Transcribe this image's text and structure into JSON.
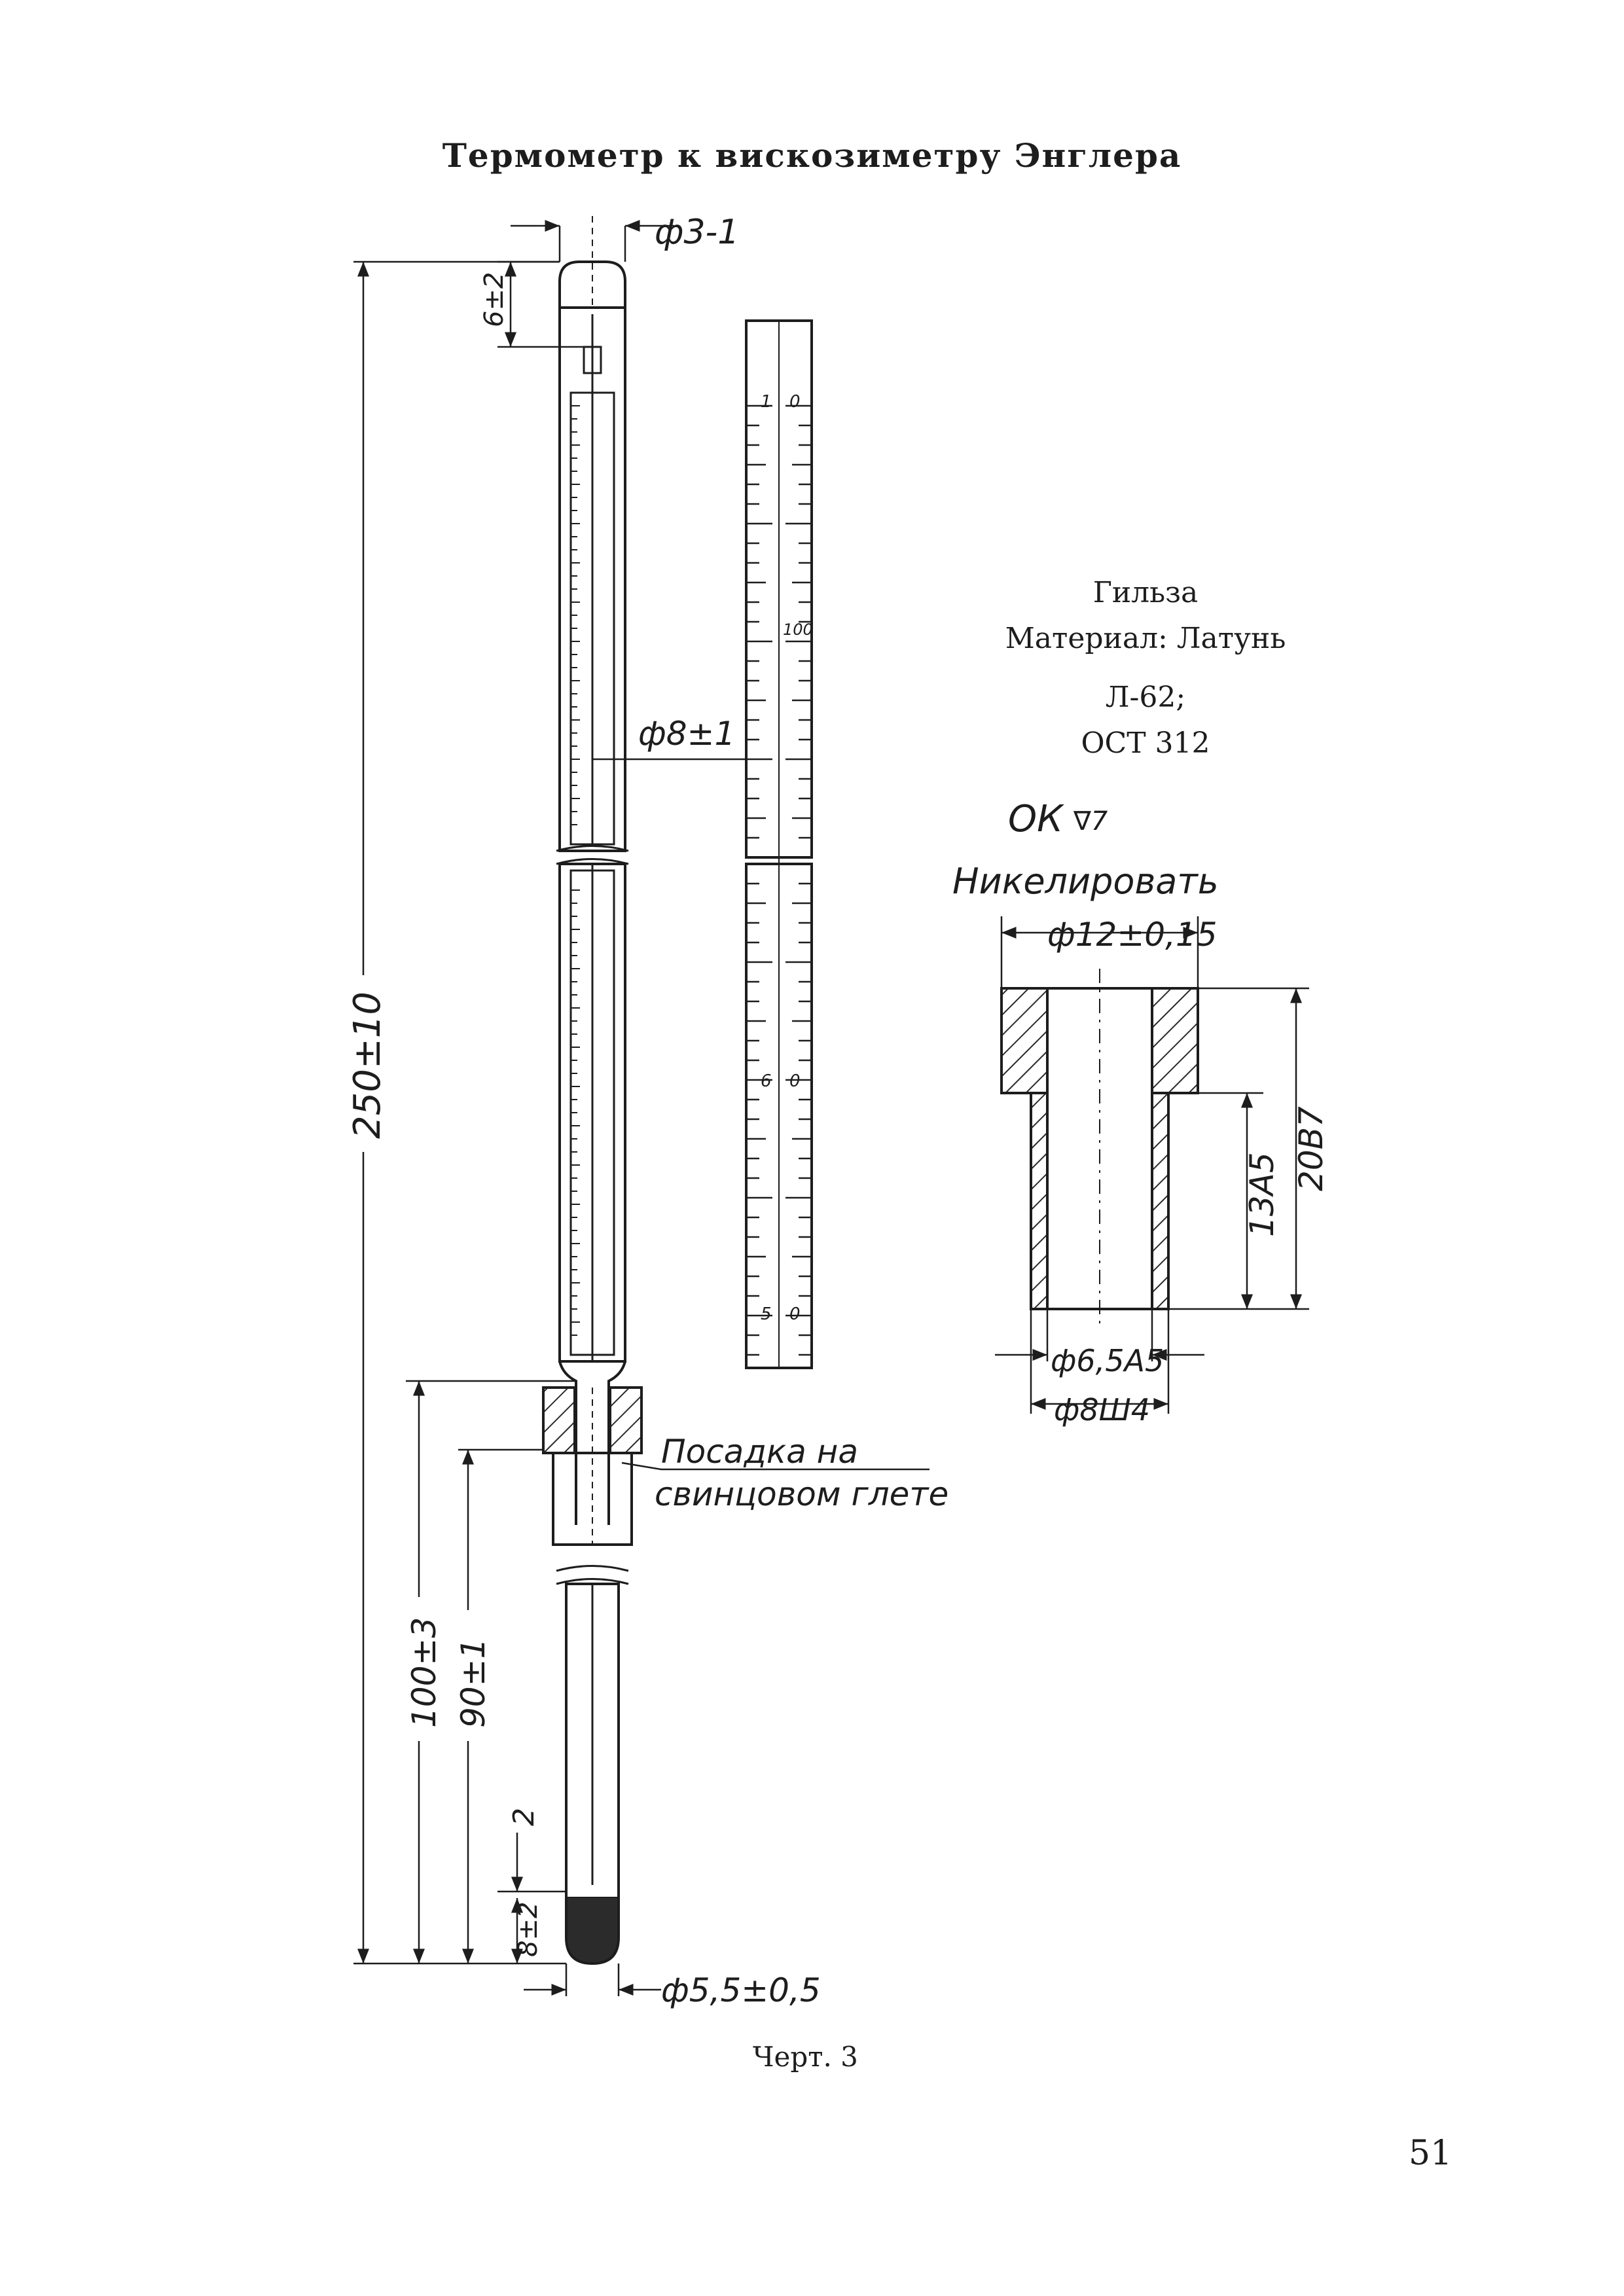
{
  "document": {
    "title": "Термометр к вискозиметру Энглера",
    "caption": "Черт. 3",
    "page_number": "51"
  },
  "thermometer": {
    "dim_top_diameter": "ф3-1",
    "dim_top_cap": "6±2",
    "dim_stem_diameter": "ф8±1",
    "dim_total_length": "250±10",
    "dim_immersion": "100±3",
    "dim_fitting": "90±1",
    "dim_bulb_gap": "2",
    "dim_bulb": "8±2",
    "dim_bulb_diameter": "ф5,5±0,5",
    "fitting_note_line1": "Посадка на",
    "fitting_note_line2": "свинцовом глете"
  },
  "scale": {
    "top_label_a": "1",
    "top_label_b": "0",
    "mid_label": "100",
    "lower_label": "6",
    "lower_label_b": "0",
    "bottom_label": "5",
    "bottom_label_b": "0"
  },
  "sleeve": {
    "title": "Гильза",
    "material": "Материал: Латунь",
    "grade": "Л-62;",
    "standard": "ОСТ 312",
    "finish_symbol": "ОК",
    "finish_grade": "∇7",
    "finish_note": "Никелировать",
    "dim_outer_top": "ф12±0,15",
    "dim_height": "20В7",
    "dim_bore_depth": "13А5",
    "dim_inner_diameter": "ф6,5А5",
    "dim_outer_lower": "ф8Ш4"
  }
}
